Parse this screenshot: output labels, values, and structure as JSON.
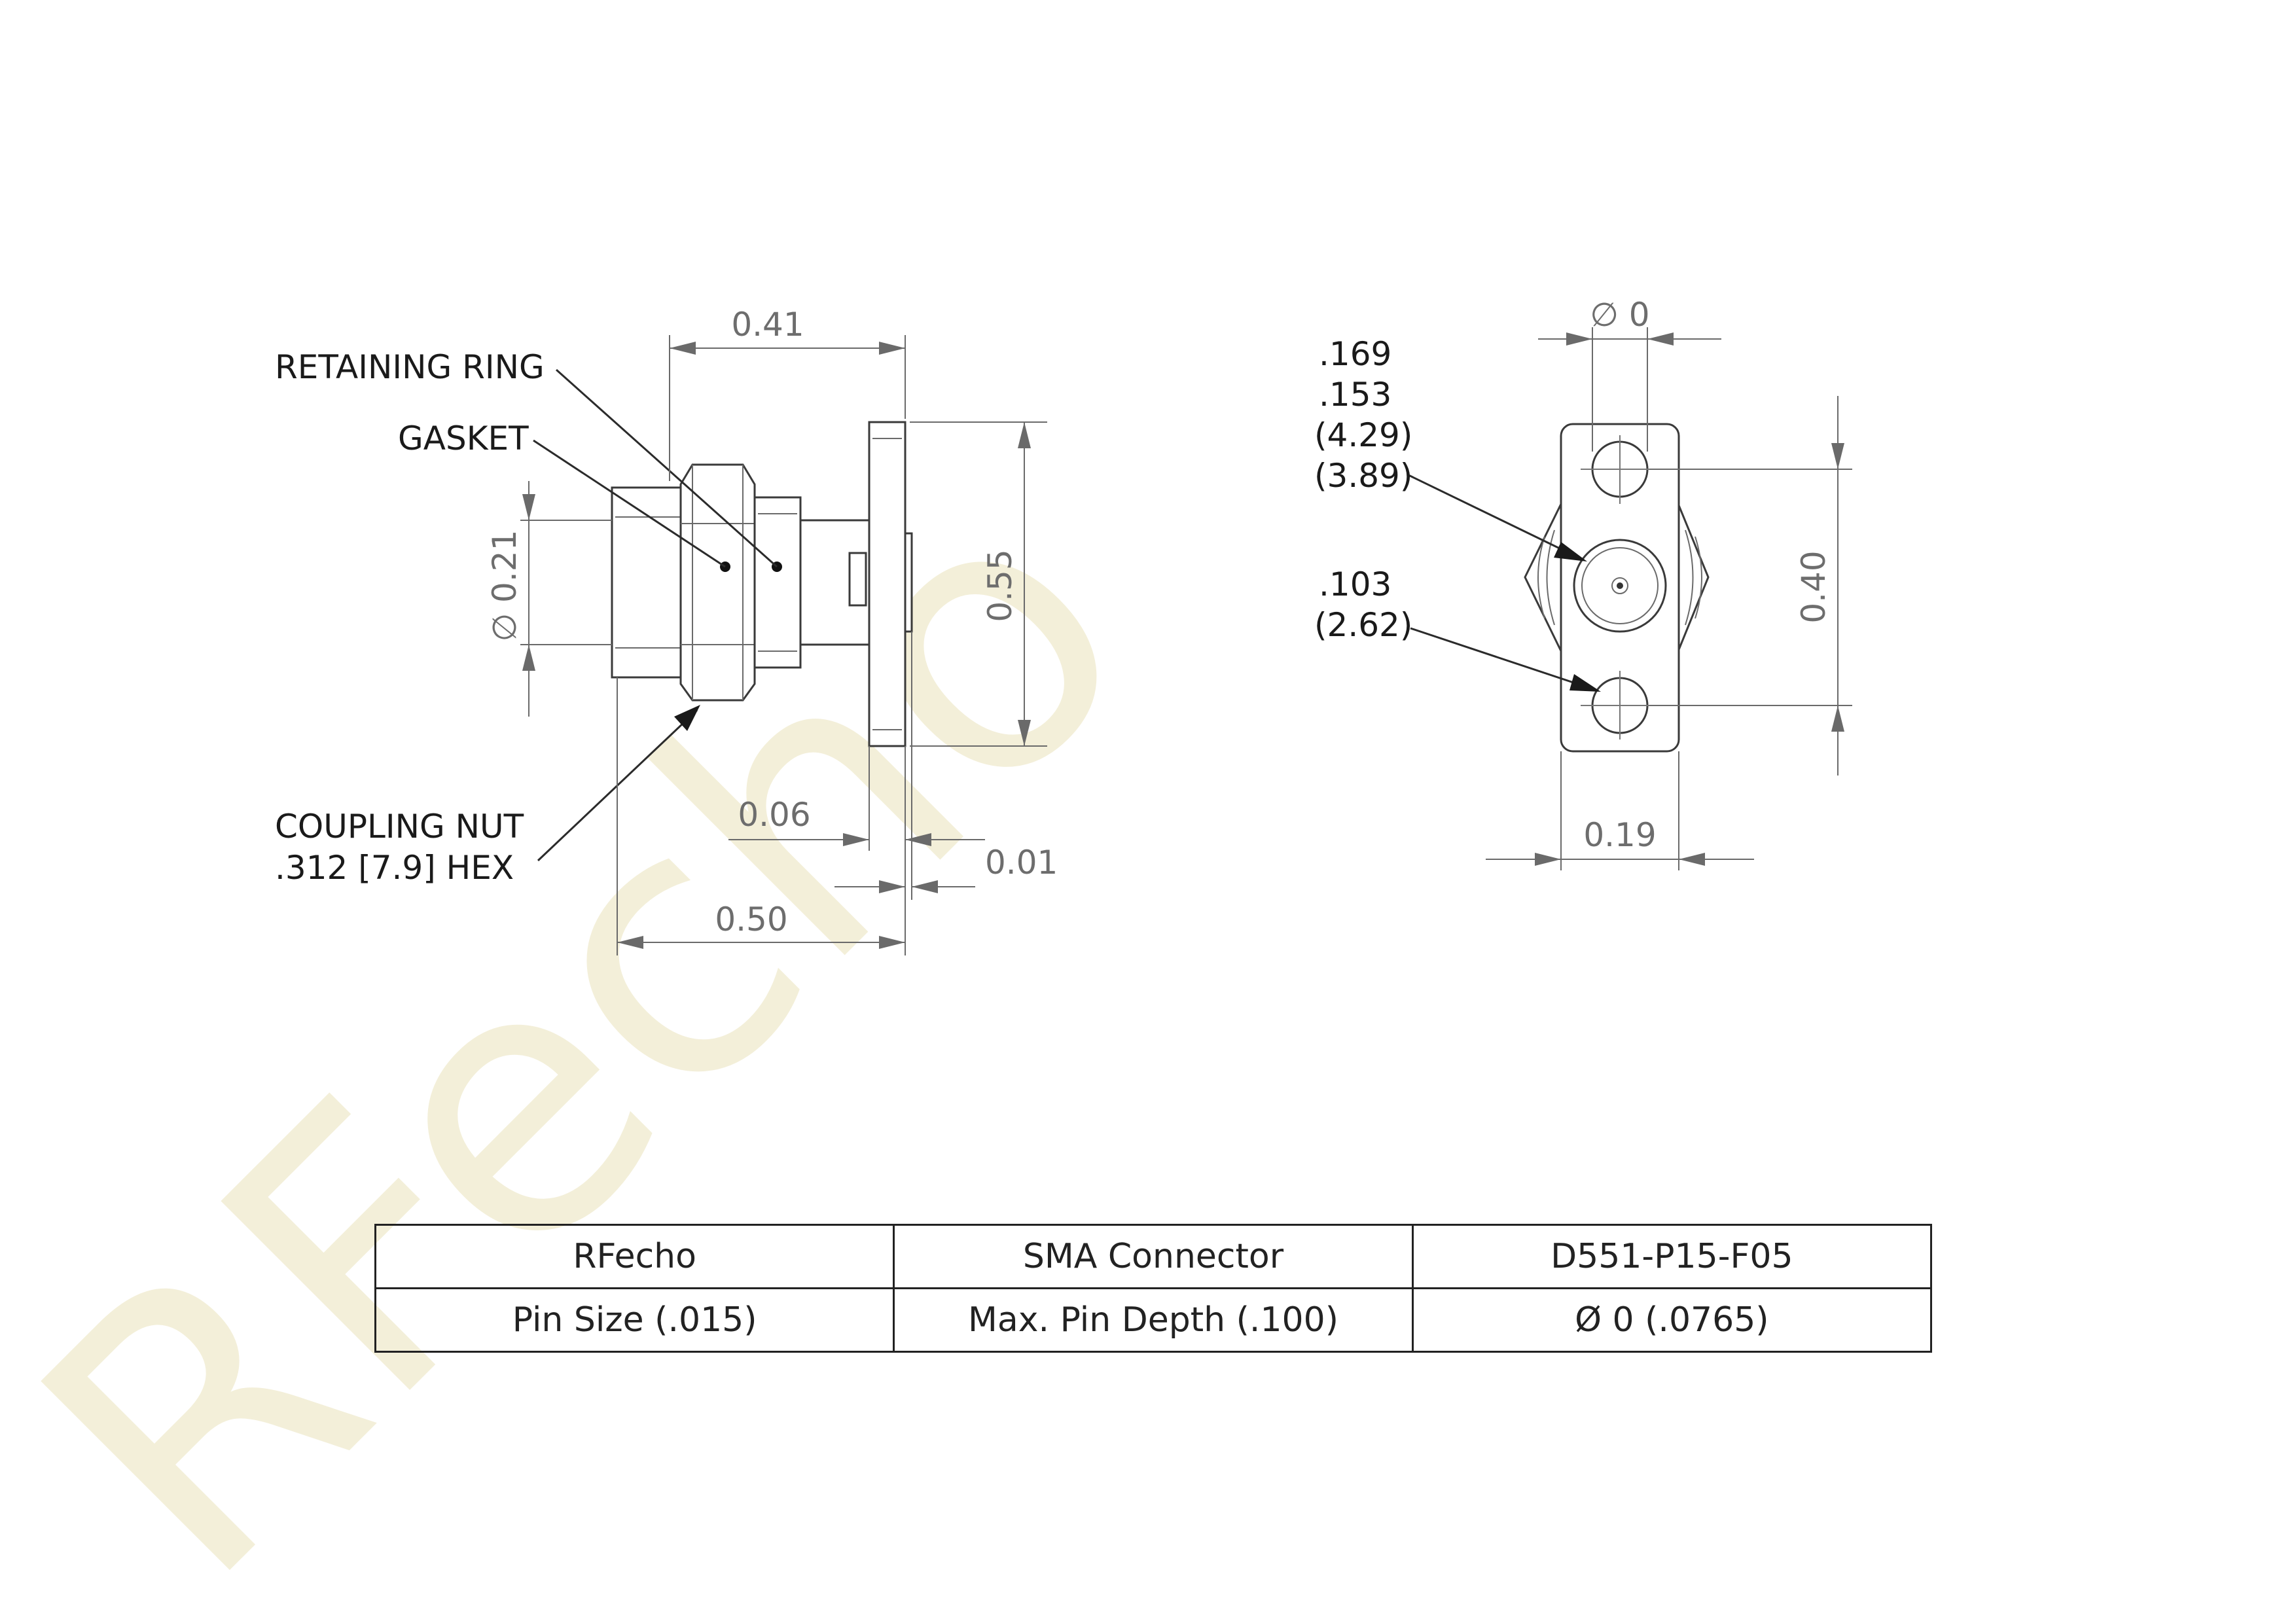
{
  "watermark": "RFecho",
  "side_view": {
    "callouts": {
      "retaining_ring": "RETAINING RING",
      "gasket": "GASKET",
      "coupling_nut_line1": "COUPLING NUT",
      "coupling_nut_line2": ".312 [7.9] HEX"
    },
    "dims": {
      "overall_041": "0.41",
      "flange_height": "0.55",
      "body_diameter": "∅ 0.21",
      "flange_thickness": "0.06",
      "stub": "0.01",
      "overall_050": "0.50"
    }
  },
  "front_view": {
    "dims": {
      "hole_dia": "∅ 0",
      "hole_spacing": "0.40",
      "flange_width": "0.19",
      "bore_line1": ".169",
      "bore_line2": ".153",
      "bore_line3": "(4.29)",
      "bore_line4": "(3.89)",
      "hole_line1": ".103",
      "hole_line2": "(2.62)"
    }
  },
  "title_block": {
    "rows": [
      [
        "RFecho",
        "SMA Connector",
        "D551-P15-F05"
      ],
      [
        "Pin Size (.015)",
        "Max. Pin Depth (.100)",
        "Ø 0 (.0765)"
      ]
    ]
  }
}
